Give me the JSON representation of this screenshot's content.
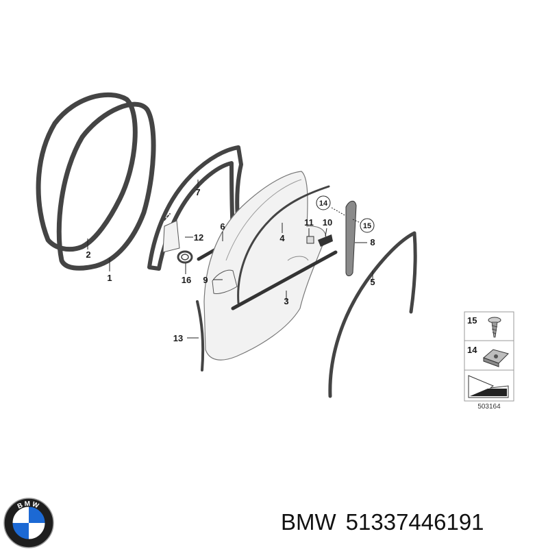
{
  "caption": {
    "brand": "BMW",
    "part_number": "51337446191"
  },
  "logo": {
    "text": "BMW",
    "colors": {
      "ring": "#1e1e1e",
      "blue": "#1c69d4",
      "white": "#ffffff"
    }
  },
  "diagram": {
    "callouts": {
      "c1": "1",
      "c2": "2",
      "c3": "3",
      "c4": "4",
      "c5": "5",
      "c6": "6",
      "c7": "7",
      "c8": "8",
      "c9": "9",
      "c10": "10",
      "c11": "11",
      "c12": "12",
      "c13": "13",
      "c16": "16"
    },
    "circled": {
      "c14": "14",
      "c15": "15"
    },
    "legend": {
      "l15": "15",
      "l14": "14"
    },
    "diagram_number": "503164"
  }
}
